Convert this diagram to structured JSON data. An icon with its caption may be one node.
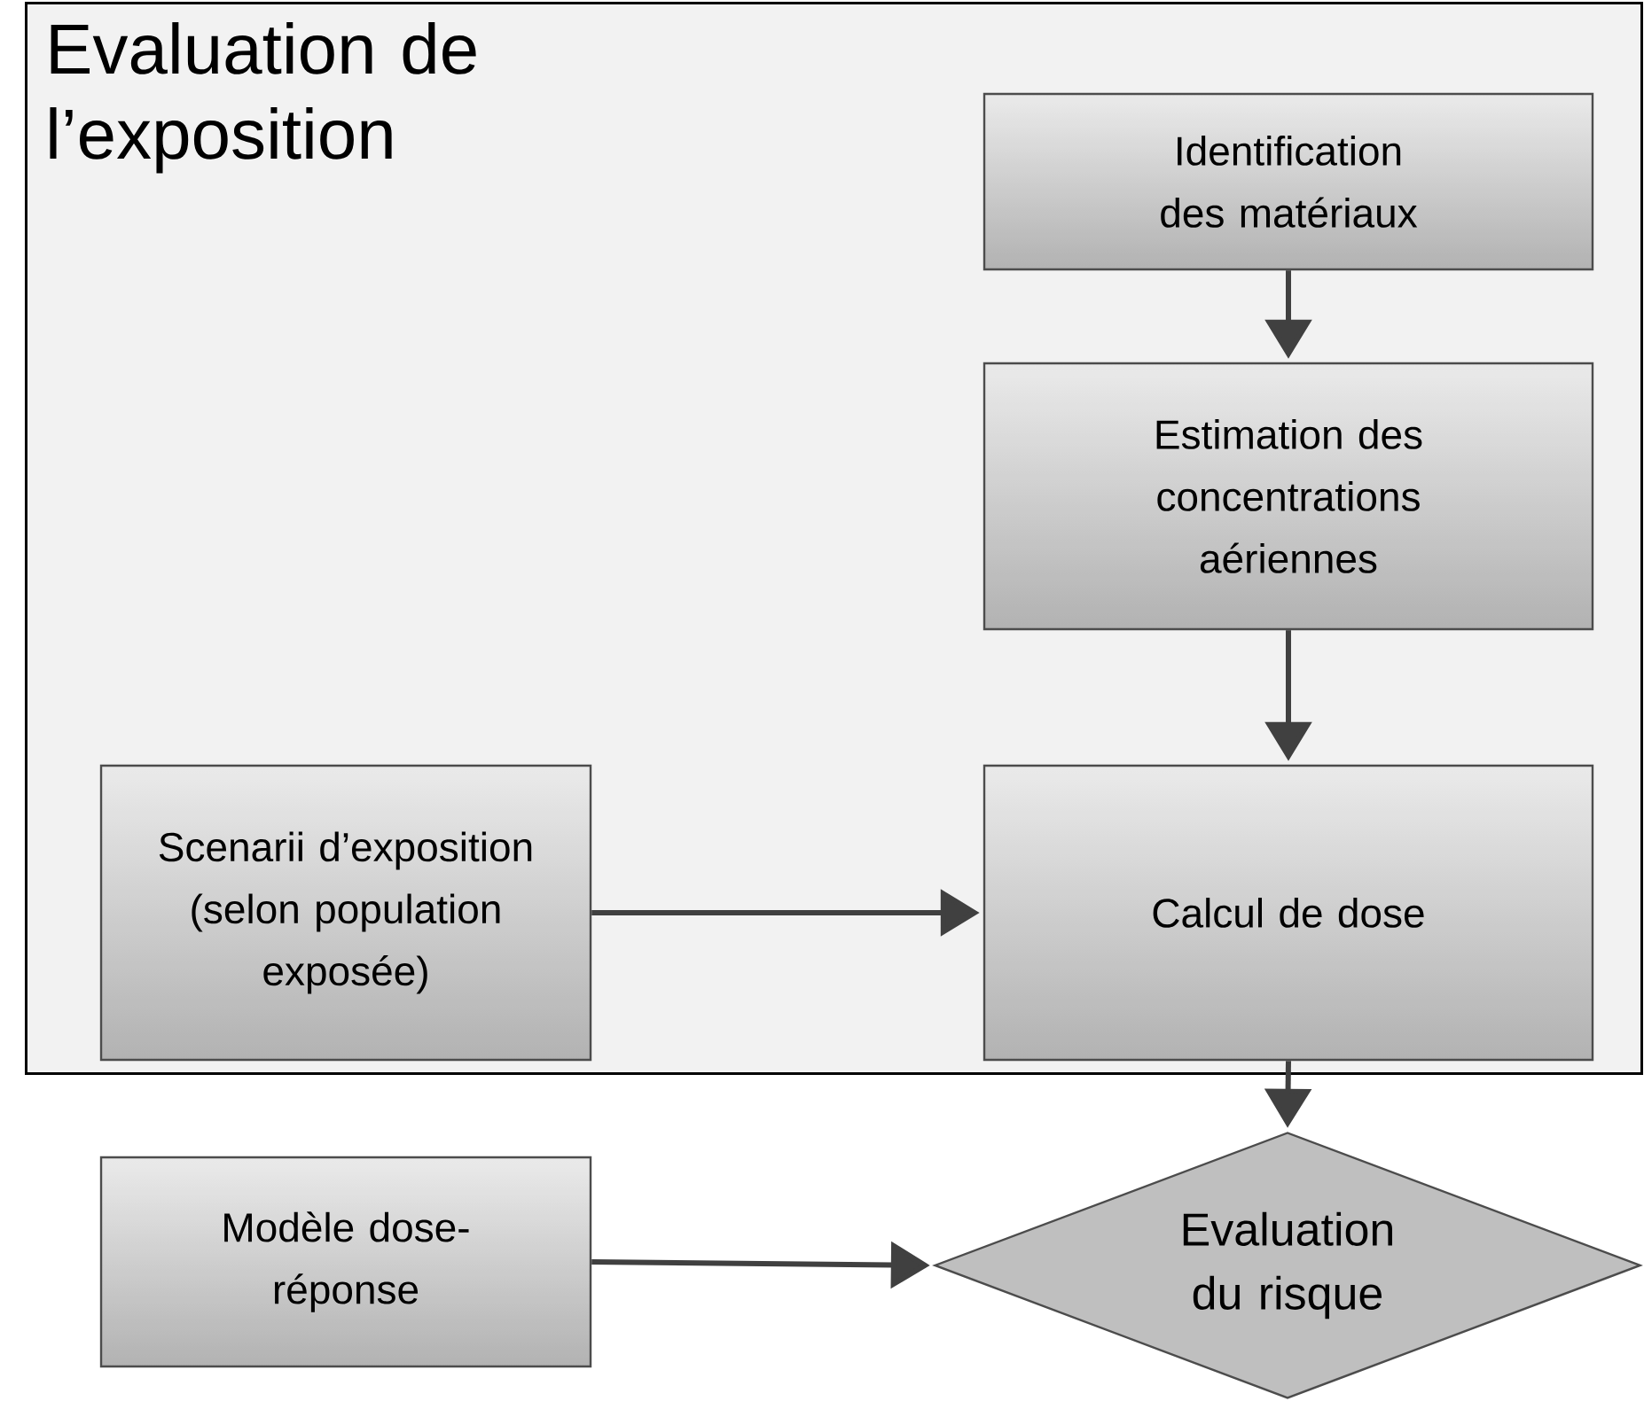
{
  "diagram": {
    "nodes": [
      {
        "text": [
          "Evaluation de l’exposition"
        ]
      },
      {
        "text": [
          "Identification des matériaux"
        ],
        "in": 0
      },
      {
        "text": [
          "Estimation des concentrations aériennes"
        ],
        "in": 0
      },
      {
        "text": [
          "Scenarii d’exposition (selon population exposée)"
        ],
        "in": 0
      },
      {
        "text": [
          "Calcul de dose"
        ],
        "in": 0
      },
      {
        "text": [
          "Modèle dose-réponse"
        ]
      },
      {
        "text": [
          "Evaluation du risque"
        ]
      }
    ],
    "edges": [
      {
        "from": 1,
        "to": 2,
        "arrow": "to"
      },
      {
        "from": 2,
        "to": 4,
        "arrow": "to"
      },
      {
        "from": 3,
        "to": 4,
        "arrow": "to"
      },
      {
        "from": 4,
        "to": 6,
        "arrow": "to"
      },
      {
        "from": 5,
        "to": 6,
        "arrow": "to"
      }
    ]
  }
}
